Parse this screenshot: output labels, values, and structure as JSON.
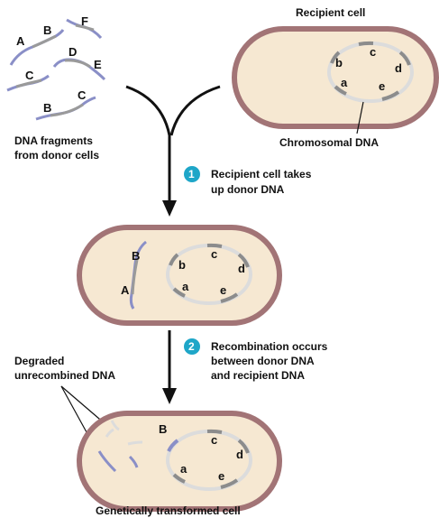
{
  "top_left": {
    "fragment_letters": [
      "A",
      "B",
      "F",
      "D",
      "E",
      "C",
      "B",
      "C"
    ],
    "caption_line1": "DNA fragments",
    "caption_line2": "from donor cells"
  },
  "top_right": {
    "title": "Recipient cell",
    "chromosome_letters": [
      "b",
      "c",
      "d",
      "a",
      "e"
    ],
    "chromosome_label": "Chromosomal DNA"
  },
  "step1": {
    "number": "1",
    "line1": "Recipient cell takes",
    "line2": "up donor DNA"
  },
  "middle_cell": {
    "donor_letters": [
      "B",
      "A"
    ],
    "chromosome_letters": [
      "b",
      "c",
      "d",
      "a",
      "e"
    ]
  },
  "step2": {
    "number": "2",
    "line1": "Recombination occurs",
    "line2": "between donor DNA",
    "line3": "and recipient DNA"
  },
  "bottom_cell": {
    "degraded_line1": "Degraded",
    "degraded_line2": "unrecombined DNA",
    "chromosome_letters": [
      "B",
      "c",
      "d",
      "a",
      "e"
    ],
    "caption": "Genetically transformed cell"
  },
  "colors": {
    "cell_fill": "#f6e8d2",
    "cell_border": "#a27476",
    "donor_dna": "#8a8fc7",
    "chromosome": "#dcdcdc",
    "chromosome_dark": "#8c8c8c",
    "fragment_gray": "#9a9a9a",
    "step_badge": "#1ea6c8"
  }
}
